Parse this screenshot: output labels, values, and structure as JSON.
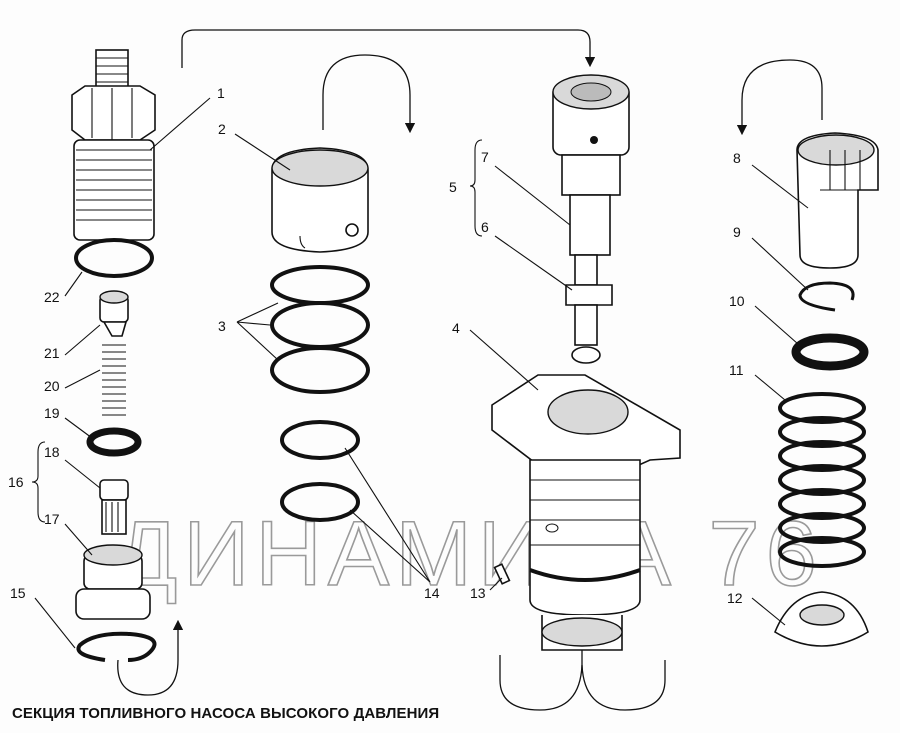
{
  "caption": "СЕКЦИЯ ТОПЛИВНОГО НАСОСА ВЫСОКОГО ДАВЛЕНИЯ",
  "watermark": "ДИНАМИКА 76",
  "labels": {
    "l1": "1",
    "l2": "2",
    "l3": "3",
    "l4": "4",
    "l5": "5",
    "l6": "6",
    "l7": "7",
    "l8": "8",
    "l9": "9",
    "l10": "10",
    "l11": "11",
    "l12": "12",
    "l13": "13",
    "l14": "14",
    "l15": "15",
    "l16": "16",
    "l17": "17",
    "l18": "18",
    "l19": "19",
    "l20": "20",
    "l21": "21",
    "l22": "22"
  }
}
